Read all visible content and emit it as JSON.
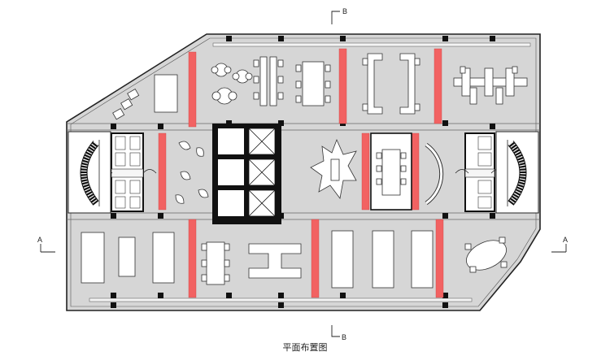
{
  "caption": "平面布置图",
  "section_marks": {
    "top": "B",
    "bottom": "B",
    "left": "A",
    "right": "A"
  },
  "colors": {
    "floor": "#d4d4d4",
    "wall": "#111111",
    "red_panel": "#f26060",
    "furniture": "#ffffff",
    "line": "#333333"
  }
}
